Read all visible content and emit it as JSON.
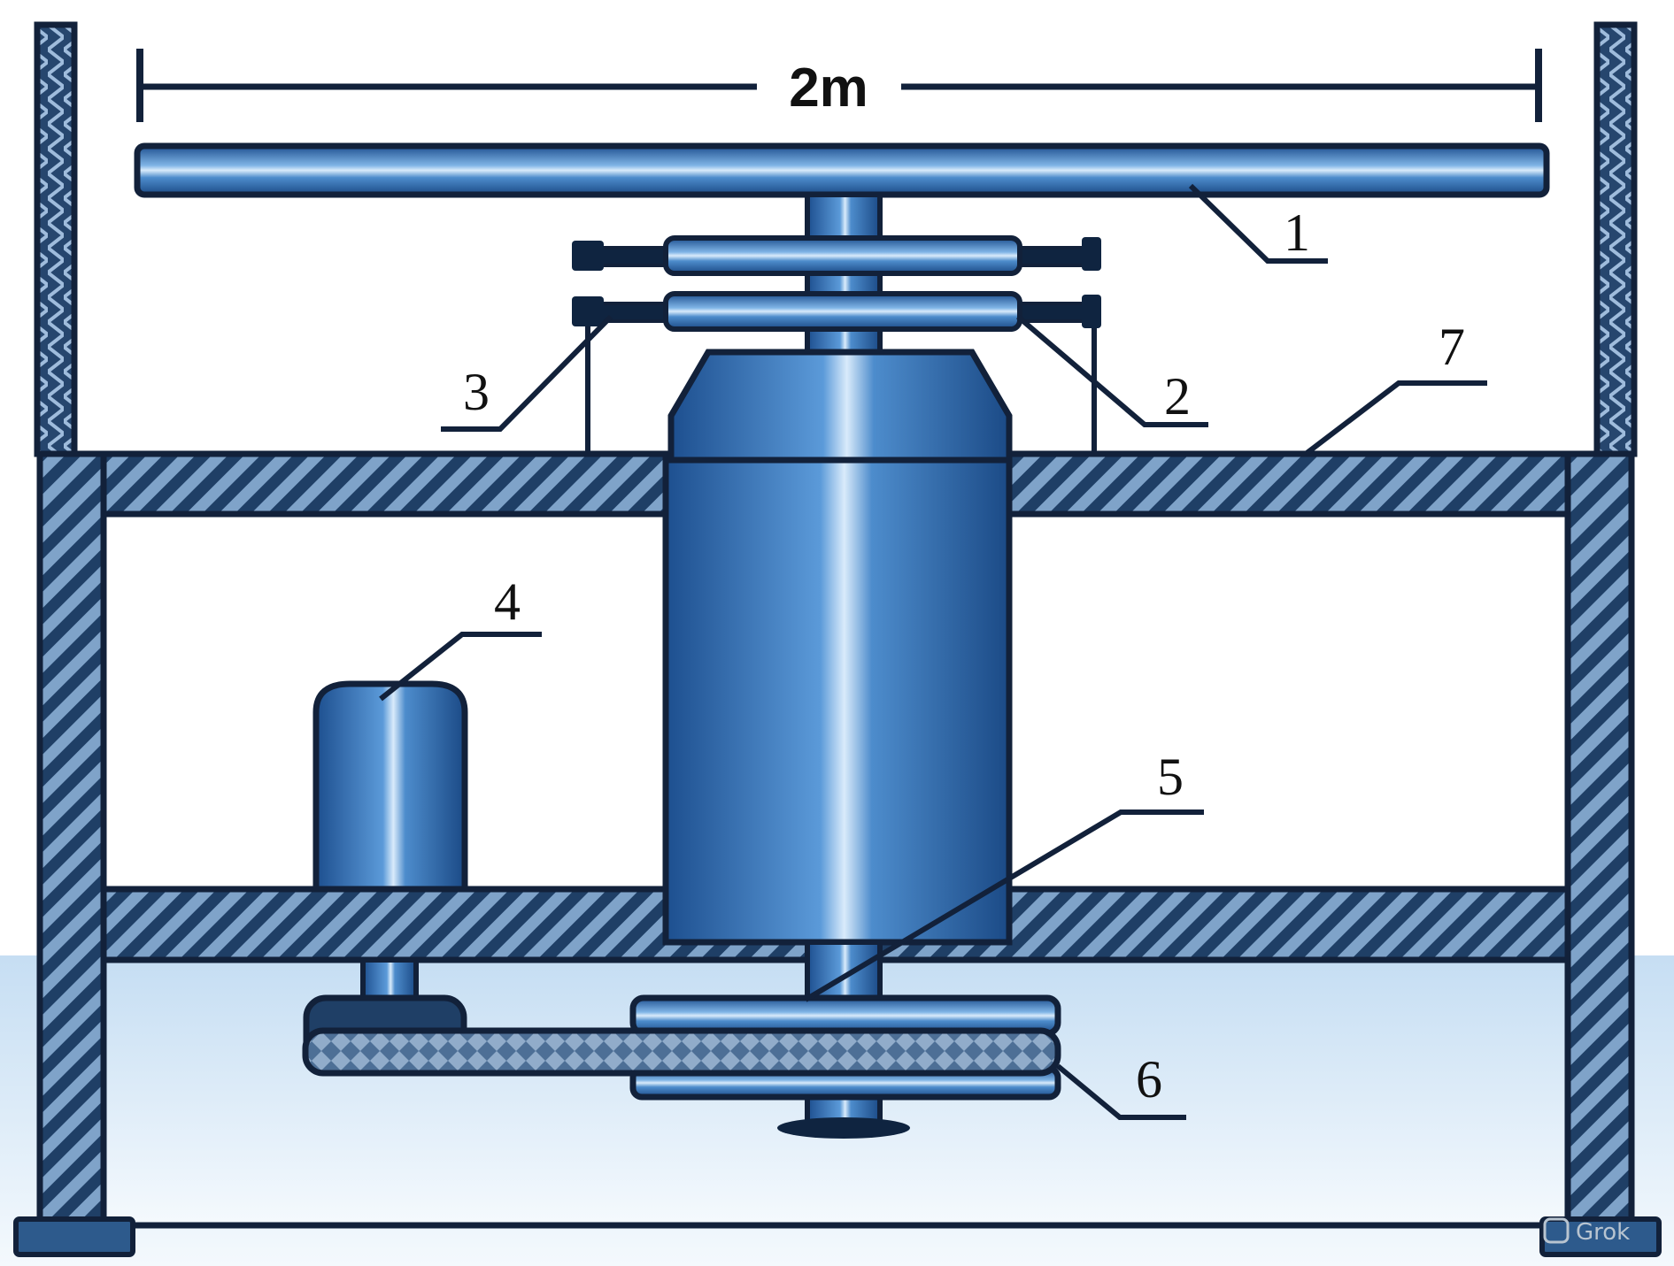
{
  "diagram": {
    "dimension_label": "2m",
    "part_labels": {
      "p1": "1",
      "p2": "2",
      "p3": "3",
      "p4": "4",
      "p5": "5",
      "p6": "6",
      "p7": "7"
    },
    "watermark": "Grok"
  },
  "colors": {
    "outline": "#12213a",
    "frame_dark": "#1f3f66",
    "frame_light": "#7fa3c9",
    "metal_blue": "#3d7fc6",
    "metal_highlight": "#cfe3f7",
    "floor": "#d7e8f7"
  }
}
